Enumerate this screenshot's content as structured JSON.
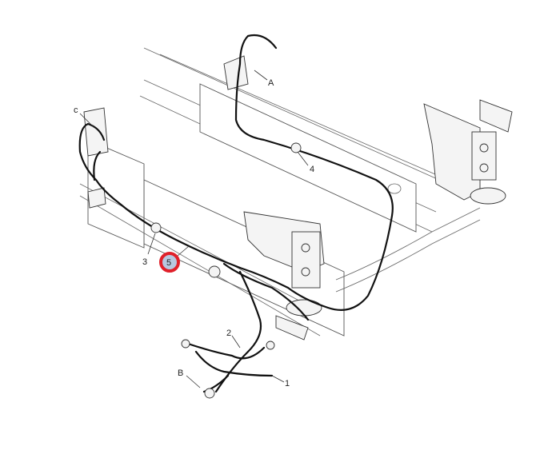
{
  "diagram": {
    "callouts": [
      {
        "id": "A",
        "label": "A"
      },
      {
        "id": "4",
        "label": "4"
      },
      {
        "id": "c",
        "label": "c"
      },
      {
        "id": "3",
        "label": "3"
      },
      {
        "id": "5",
        "label": "5",
        "highlighted": true
      },
      {
        "id": "2",
        "label": "2"
      },
      {
        "id": "B",
        "label": "B"
      },
      {
        "id": "1",
        "label": "1"
      }
    ],
    "colors": {
      "highlight_ring": "#e0202a",
      "highlight_fill": "#b8c8e0",
      "harness": "#111111"
    }
  }
}
